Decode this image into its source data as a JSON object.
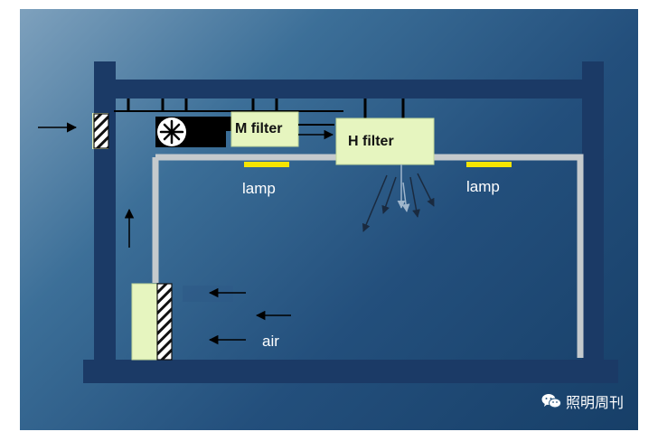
{
  "labels": {
    "m_filter": "M filter",
    "h_filter": "H filter",
    "lamp_left": "lamp",
    "lamp_right": "lamp",
    "air": "air"
  },
  "watermark": {
    "text": "照明周刊",
    "icon": "wechat-icon"
  },
  "colors": {
    "structure": "#1b3a66",
    "ceiling": "#c5cacd",
    "filter_fill": "#e6f5bf",
    "lamp": "#f6e500",
    "arrow": "#000000"
  }
}
